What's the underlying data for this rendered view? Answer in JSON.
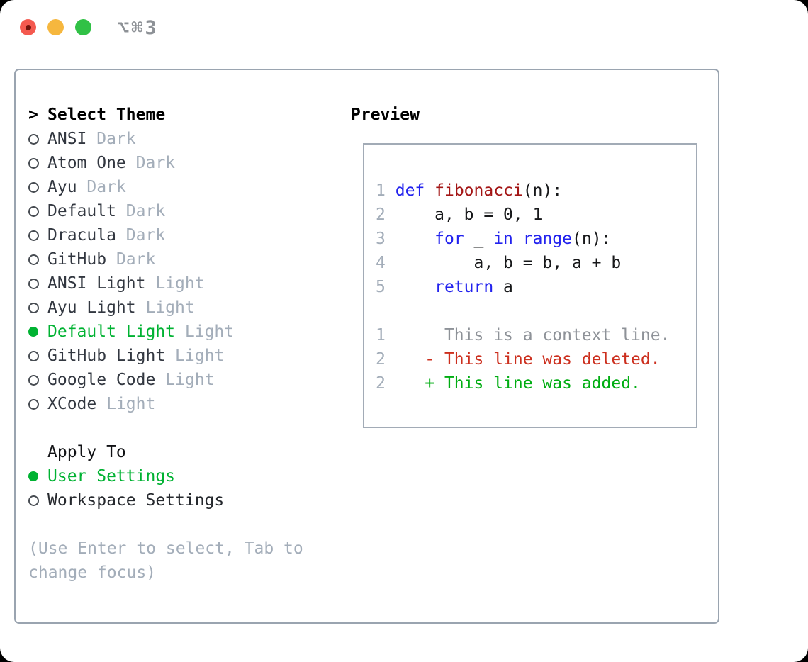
{
  "titlebar": {
    "title": "⌥⌘3"
  },
  "colors": {
    "accent_green": "#00b232",
    "keyword_blue": "#2222ee",
    "function_red": "#a31515",
    "deleted_red": "#cc2f1e",
    "added_green": "#00ad12",
    "muted_gray": "#a3adb9",
    "traffic_red": "#f4594f",
    "traffic_yellow": "#f6b73e",
    "traffic_green": "#31c146"
  },
  "select_theme": {
    "header_prefix": ">",
    "header": "Select Theme",
    "themes": [
      {
        "name": "ANSI",
        "variant": "Dark",
        "selected": false
      },
      {
        "name": "Atom One",
        "variant": "Dark",
        "selected": false
      },
      {
        "name": "Ayu",
        "variant": "Dark",
        "selected": false
      },
      {
        "name": "Default",
        "variant": "Dark",
        "selected": false
      },
      {
        "name": "Dracula",
        "variant": "Dark",
        "selected": false
      },
      {
        "name": "GitHub",
        "variant": "Dark",
        "selected": false
      },
      {
        "name": "ANSI Light",
        "variant": "Light",
        "selected": false
      },
      {
        "name": "Ayu Light",
        "variant": "Light",
        "selected": false
      },
      {
        "name": "Default Light",
        "variant": "Light",
        "selected": true
      },
      {
        "name": "GitHub Light",
        "variant": "Light",
        "selected": false
      },
      {
        "name": "Google Code",
        "variant": "Light",
        "selected": false
      },
      {
        "name": "XCode",
        "variant": "Light",
        "selected": false
      }
    ]
  },
  "apply_to": {
    "header": "Apply To",
    "options": [
      {
        "label": "User Settings",
        "selected": true
      },
      {
        "label": "Workspace Settings",
        "selected": false
      }
    ]
  },
  "hint": {
    "line1": "(Use Enter to select, Tab to",
    "line2": "change focus)"
  },
  "preview": {
    "header": "Preview",
    "code_lines": [
      {
        "segs": [
          {
            "t": "1"
          },
          {
            "t": " "
          },
          {
            "t": "def"
          },
          {
            "t": " "
          },
          {
            "t": "fibonacci"
          },
          {
            "t": "(n):"
          }
        ]
      },
      {
        "segs": [
          {
            "t": "2"
          },
          {
            "t": "     a, b = 0, 1"
          }
        ]
      },
      {
        "segs": [
          {
            "t": "3"
          },
          {
            "t": "     "
          },
          {
            "t": "for"
          },
          {
            "t": " _ "
          },
          {
            "t": "in"
          },
          {
            "t": " "
          },
          {
            "t": "range"
          },
          {
            "t": "(n):"
          }
        ]
      },
      {
        "segs": [
          {
            "t": "4"
          },
          {
            "t": "         a, b = b, a + b"
          }
        ]
      },
      {
        "segs": [
          {
            "t": "5"
          },
          {
            "t": "     "
          },
          {
            "t": "return"
          },
          {
            "t": " a"
          }
        ]
      }
    ],
    "diff_lines": [
      {
        "segs": [
          {
            "t": "1"
          },
          {
            "t": "      This is a context line."
          }
        ]
      },
      {
        "segs": [
          {
            "t": "2"
          },
          {
            "t": "    - This line was deleted."
          }
        ]
      },
      {
        "segs": [
          {
            "t": "2"
          },
          {
            "t": "    + This line was added."
          }
        ]
      }
    ]
  }
}
